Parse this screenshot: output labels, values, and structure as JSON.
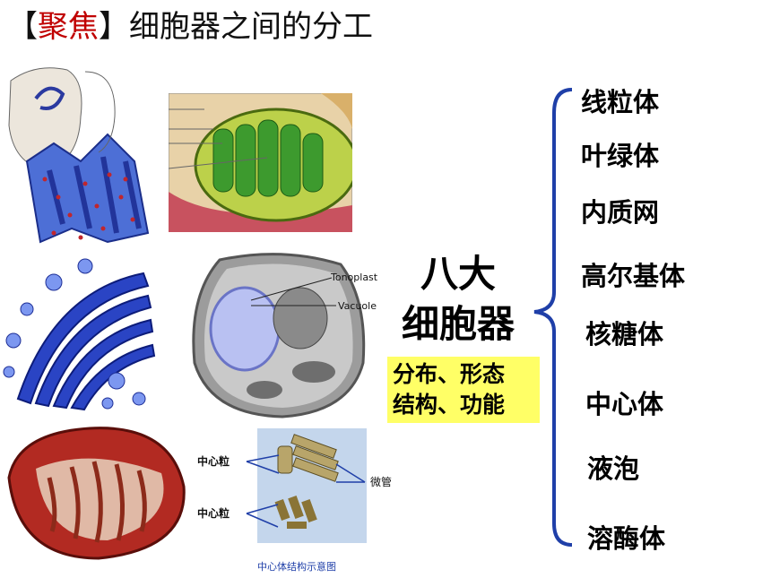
{
  "title": {
    "bracket_open": "【",
    "highlight": "聚焦",
    "bracket_close": "】",
    "rest": "细胞器之间的分工"
  },
  "central": {
    "line1": "八大",
    "line2": "细胞器"
  },
  "aspects": {
    "line1": "分布、形态",
    "line2": "结构、功能"
  },
  "organelles": [
    "线粒体",
    "叶绿体",
    "内质网",
    "高尔基体",
    "核糖体",
    "中心体",
    "液泡",
    "溶酶体"
  ],
  "cell_labels": {
    "tonoplast": "Tonoplast",
    "vacuole": "Vacuole"
  },
  "centriole_labels": {
    "centriole_top": "中心粒",
    "centriole_bottom": "中心粒",
    "microtubule": "微管",
    "caption": "中心体结构示意图"
  },
  "colors": {
    "highlight": "#c00000",
    "box": "#ffff66",
    "brace": "#1f3fa8"
  }
}
